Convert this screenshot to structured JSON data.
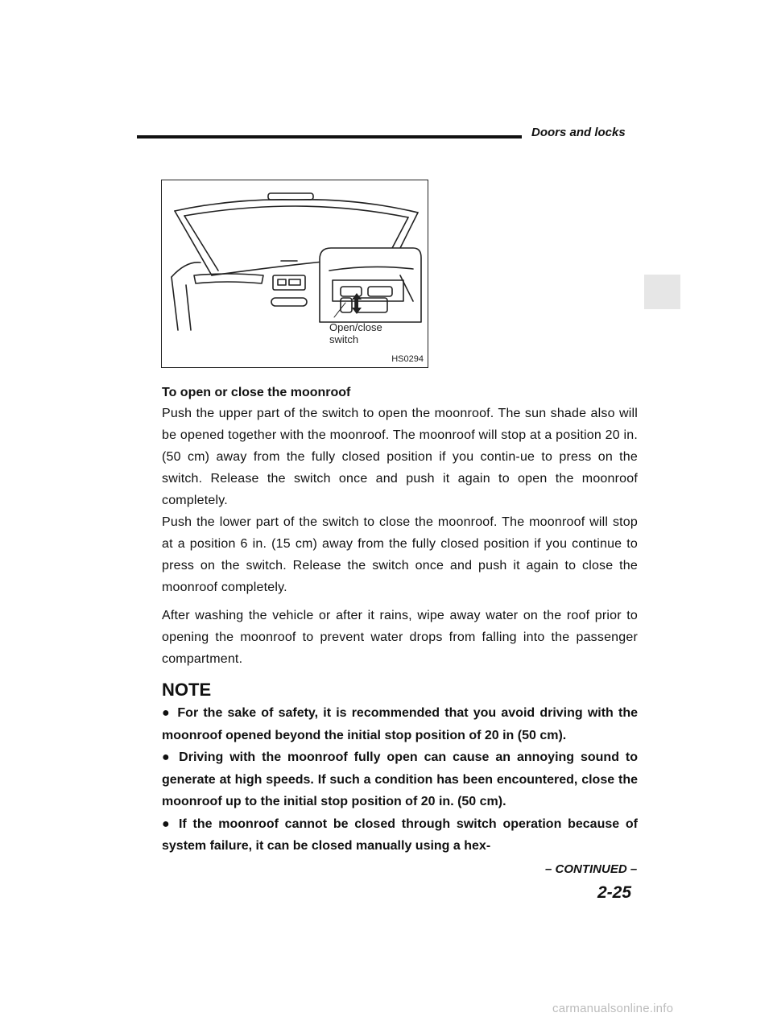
{
  "header": {
    "title": "Doors and locks"
  },
  "figure": {
    "callout_label_line1": "Open/close",
    "callout_label_line2": "switch",
    "code": "HS0294"
  },
  "content": {
    "heading": "To open or close the moonroof",
    "paragraphs": [
      "Push the upper part of the switch to open the moonroof. The sun shade also will be opened together with the moonroof. The moonroof will stop at a position 20 in. (50 cm) away from the fully closed position if you contin-ue to press on the switch. Release the switch once and push it again to open the moonroof completely.",
      "Push the lower part of the switch to close the moonroof. The moonroof will stop at a position 6 in. (15 cm) away from the fully closed position if you continue to press on the switch. Release the switch once and push it again to close the moonroof completely.",
      "After washing the vehicle or after it rains, wipe away water on the roof prior to opening the moonroof to prevent water drops from falling into the passenger compartment."
    ]
  },
  "note": {
    "title": "NOTE",
    "bullet": "●",
    "items": [
      "For the sake of safety, it is recommended that you avoid driving with the moonroof opened beyond the initial stop position of 20 in (50 cm).",
      "Driving with the moonroof fully open can cause an annoying sound to generate at high speeds. If such a condition has been encountered, close the moonroof up to the initial stop position of 20 in. (50 cm).",
      "If the moonroof cannot be closed through switch operation because of system failure, it can be closed manually using a hex-"
    ]
  },
  "footer": {
    "continued": "– CONTINUED –",
    "page_number": "2-25",
    "watermark": "carmanualsonline.info"
  }
}
